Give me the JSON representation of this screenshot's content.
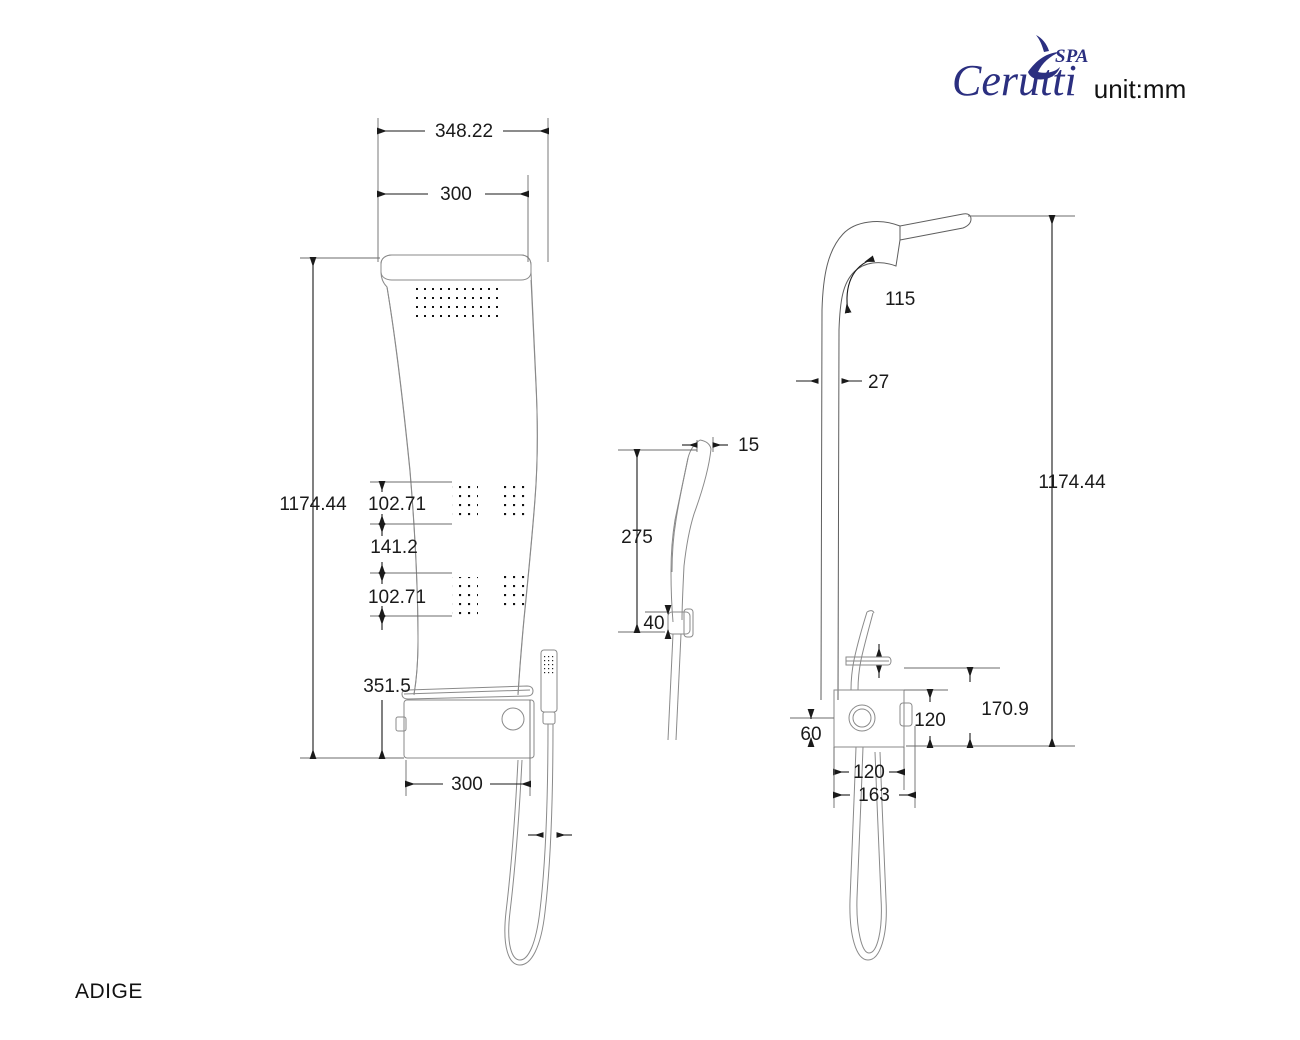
{
  "sheet": {
    "unit_label": "unit:mm",
    "model_name": "ADIGE"
  },
  "brand": {
    "name": "Cerutti",
    "sub": "SPA",
    "color": "#2b2f80",
    "logo_icon": "dolphin-icon"
  },
  "views": {
    "front": {
      "name": "front-elevation-view"
    },
    "handshower": {
      "name": "handshower-detail-view"
    },
    "side": {
      "name": "side-elevation-view"
    }
  },
  "dimensions": {
    "front_top_overall_width": "348.22",
    "front_top_panel_width": "300",
    "front_overall_height": "1174.44",
    "front_jet_block_upper": "102.71",
    "front_jet_gap": "141.2",
    "front_jet_block_lower": "102.71",
    "front_base_height": "351.5",
    "front_base_width": "300",
    "hand_spray_width": "15",
    "hand_overall_height": "275",
    "hand_bracket_height": "40",
    "side_head_angle": "115",
    "side_panel_thickness": "27",
    "side_overall_height": "1174.44",
    "side_valve_offset": "60",
    "side_valve_box_height": "120",
    "side_valve_center_height": "170.9",
    "side_valve_box_depth": "120",
    "side_base_depth": "163"
  }
}
